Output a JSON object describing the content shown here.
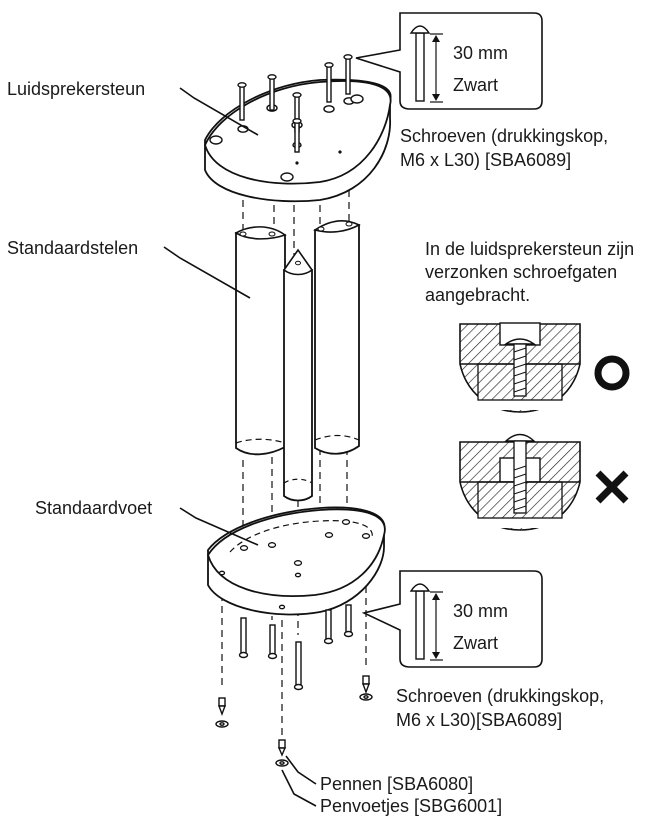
{
  "labels": {
    "speaker_support": "Luidsprekersteun",
    "columns": "Standaardstelen",
    "base": "Standaardvoet"
  },
  "callout_top": {
    "length": "30 mm",
    "color": "Zwart",
    "screws_line1": "Schroeven (drukkingskop,",
    "screws_line2": "M6 x L30) [SBA6089]"
  },
  "callout_bottom": {
    "length": "30 mm",
    "color": "Zwart",
    "screws_line1": "Schroeven (drukkingskop,",
    "screws_line2": "M6 x L30)[SBA6089]"
  },
  "countersink_note": {
    "line1": "In de luidsprekersteun zijn",
    "line2": "verzonken schroefgaten",
    "line3": "aangebracht."
  },
  "correct_symbol": "O",
  "wrong_symbol": "✕",
  "pins_label": "Pennen [SBA6080]",
  "feet_label": "Penvoetjes [SBG6001]"
}
